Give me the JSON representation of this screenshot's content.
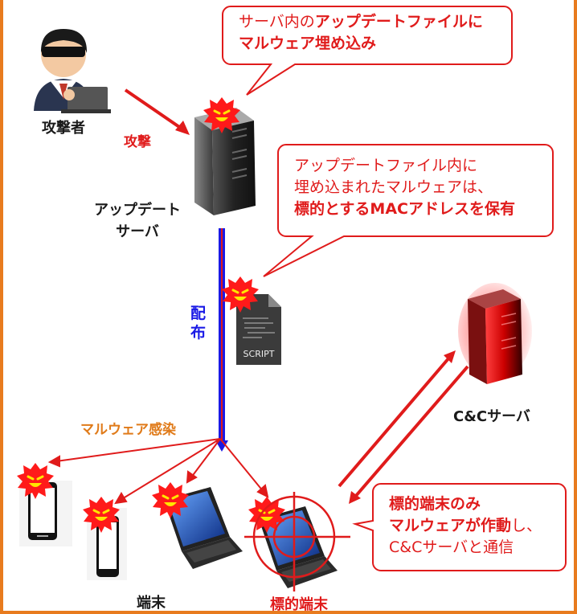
{
  "callout_top": {
    "line1_plain": "サーバ内の",
    "line1_bold": "アップデートファイルに",
    "line2_bold": "マルウェア埋め込み"
  },
  "callout_mid": {
    "line1": "アップデートファイル内に",
    "line2": "埋め込まれたマルウェアは、",
    "line3_bold": "標的とするMACアドレスを保有"
  },
  "callout_bottom": {
    "line1_bold": "標的端末のみ",
    "line2_bold": "マルウェアが作動",
    "line2_plain": "し、",
    "line3": "C&Cサーバと通信"
  },
  "labels": {
    "attacker": "攻撃者",
    "attack": "攻撃",
    "update_server_1": "アップデート",
    "update_server_2": "サーバ",
    "distribute_1": "配",
    "distribute_2": "布",
    "infection": "マルウェア感染",
    "cc_server": "C&Cサーバ",
    "terminals": "端末",
    "target_terminal": "標的端末",
    "script": "SCRIPT"
  },
  "colors": {
    "frame": "#e87b1e",
    "red": "#e01b1b",
    "blue": "#1a1ae6",
    "orange": "#e07b1a"
  }
}
